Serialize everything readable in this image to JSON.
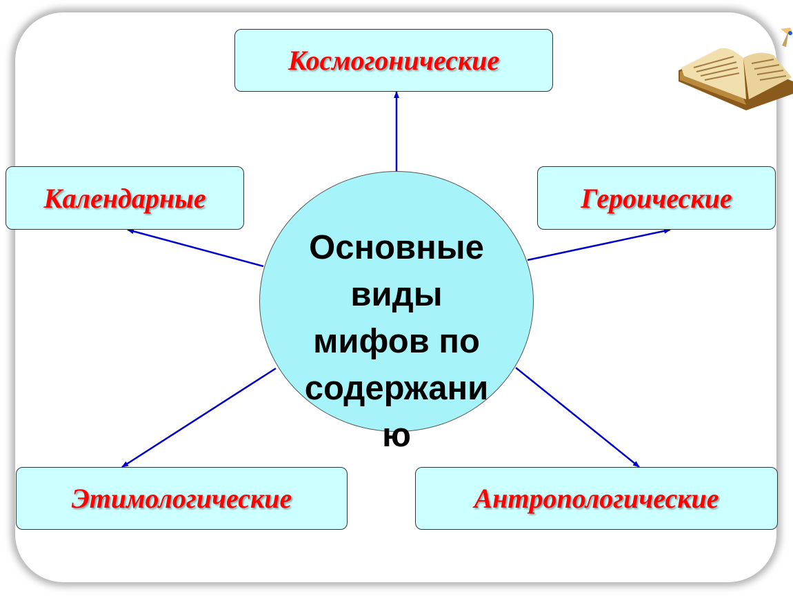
{
  "diagram": {
    "center": {
      "text": "Основные виды мифов по содержани ю"
    },
    "nodes": [
      {
        "id": "top",
        "label": "Космогонические"
      },
      {
        "id": "left",
        "label": "Календарные"
      },
      {
        "id": "right",
        "label": "Героические"
      },
      {
        "id": "bottom-left",
        "label": "Этимологические"
      },
      {
        "id": "bottom-right",
        "label": "Антропологические"
      }
    ]
  },
  "colors": {
    "node_fill": "#ccffff",
    "node_text": "#ff0000",
    "center_fill": "#a6f4fa",
    "arrow": "#0000cc"
  },
  "decoration": {
    "icon": "open-book-icon"
  }
}
